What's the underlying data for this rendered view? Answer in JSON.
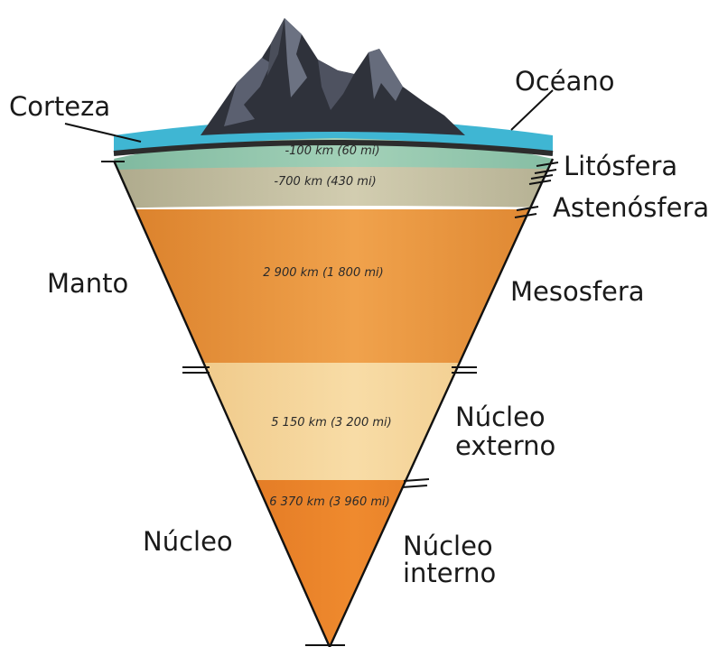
{
  "labels": {
    "ocean": "Océano",
    "crust": "Corteza",
    "lithosphere": "Litósfera",
    "asthenosphere": "Astenósfera",
    "mantle": "Manto",
    "mesosphere": "Mesosfera",
    "outer_core_line1": "Núcleo",
    "outer_core_line2": "externo",
    "core": "Núcleo",
    "inner_core_line1": "Núcleo",
    "inner_core_line2": "interno"
  },
  "depths": {
    "lithosphere": "-100 km (60 mi)",
    "asthenosphere": "-700 km (430 mi)",
    "mesosphere": "2 900 km (1 800 mi)",
    "outer_core": "5 150 km (3 200 mi)",
    "inner_core": "6 370 km (3 960 mi)"
  },
  "colors": {
    "ocean": "#3fb6d3",
    "lithosphere": "#8fc3a8",
    "asthenosphere": "#c1bc9b",
    "mesosphere": "#e68a2c",
    "outer_core": "#f2c880",
    "inner_core": "#e2741c",
    "mountain": "#3a3d47"
  }
}
